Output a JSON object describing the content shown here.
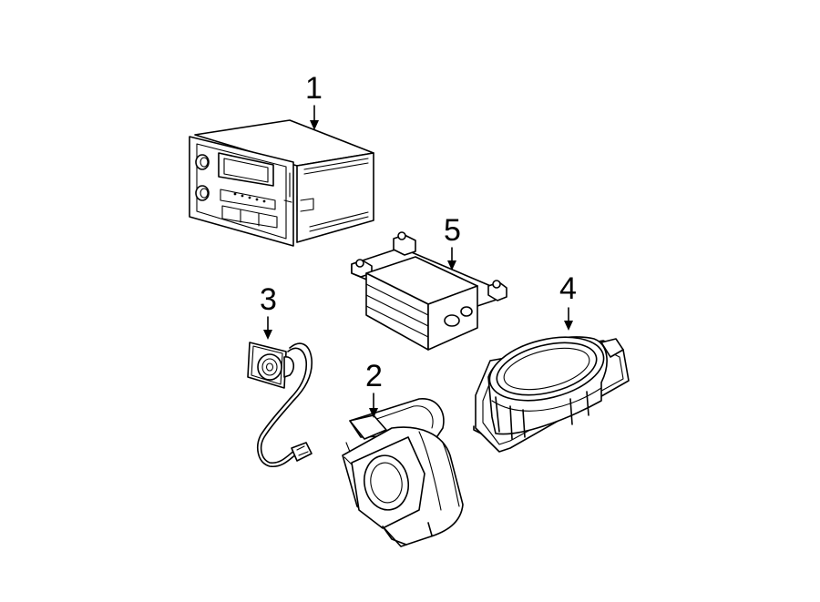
{
  "diagram": {
    "callouts": [
      {
        "id": "1",
        "label": "1",
        "part": "radio-receiver"
      },
      {
        "id": "2",
        "label": "2",
        "part": "door-speaker"
      },
      {
        "id": "3",
        "label": "3",
        "part": "tweeter-speaker"
      },
      {
        "id": "4",
        "label": "4",
        "part": "rear-speaker"
      },
      {
        "id": "5",
        "label": "5",
        "part": "amplifier-module"
      }
    ],
    "colors": {
      "line": "#000000",
      "background": "#ffffff"
    }
  }
}
